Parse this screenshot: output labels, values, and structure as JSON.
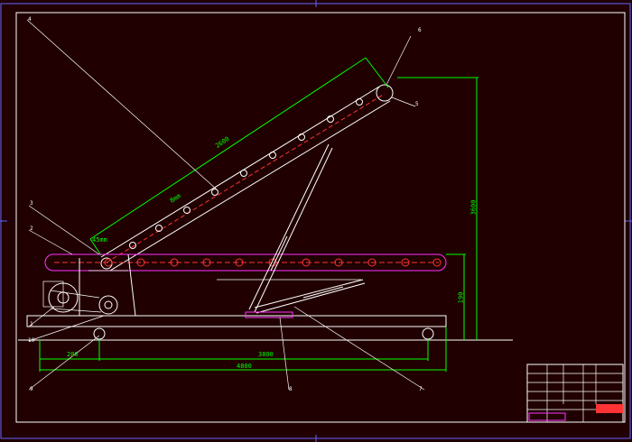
{
  "drawing": {
    "dimensions": {
      "belt_length": "2600",
      "mid_span": "8mm",
      "short_label": "45mm",
      "height": "3600",
      "small_height": "190",
      "left_offset": "200",
      "span": "3800",
      "overall_length": "4800"
    },
    "part_labels": [
      "1",
      "2",
      "3",
      "4",
      "5",
      "6",
      "7",
      "8",
      "9",
      "10"
    ],
    "colors": {
      "background": "#200000",
      "lines": "#ffffff",
      "dimensions": "#00ff00",
      "accent": "#ff33ff",
      "frame": "#6666ff"
    }
  }
}
